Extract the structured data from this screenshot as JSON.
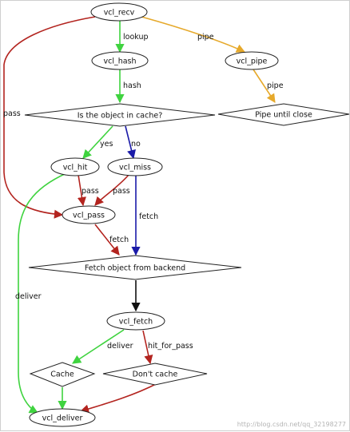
{
  "diagram": {
    "nodes": {
      "vcl_recv": "vcl_recv",
      "vcl_hash": "vcl_hash",
      "vcl_pipe": "vcl_pipe",
      "in_cache": "Is the object in cache?",
      "pipe_until_close": "Pipe until close",
      "vcl_hit": "vcl_hit",
      "vcl_miss": "vcl_miss",
      "vcl_pass": "vcl_pass",
      "fetch_backend": "Fetch object from backend",
      "vcl_fetch": "vcl_fetch",
      "cache": "Cache",
      "dont_cache": "Don't cache",
      "vcl_deliver": "vcl_deliver"
    },
    "edge_labels": {
      "lookup": "lookup",
      "pipe": "pipe",
      "pass": "pass",
      "hash": "hash",
      "yes": "yes",
      "no": "no",
      "fetch": "fetch",
      "deliver": "deliver",
      "hit_for_pass": "hit_for_pass"
    },
    "colors": {
      "green": "#3fd33f",
      "orange": "#e6a92b",
      "red": "#b3241f",
      "blue": "#1b1ba8",
      "black": "#111111"
    },
    "watermark": "http://blog.csdn.net/qq_32198277"
  }
}
